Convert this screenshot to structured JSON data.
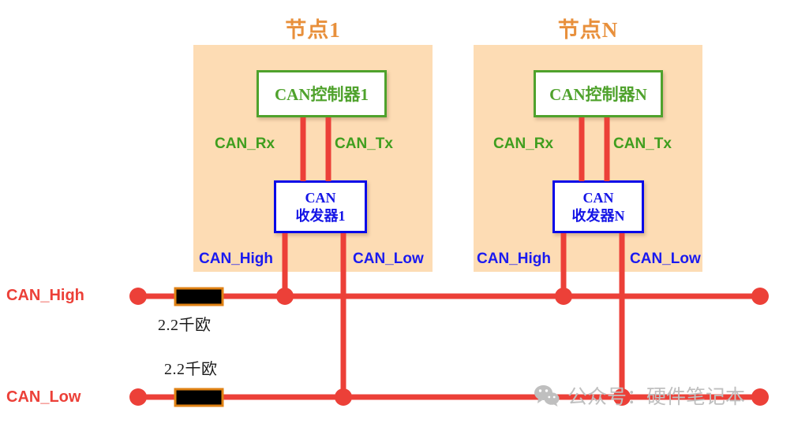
{
  "diagram": {
    "title": "CAN bus topology",
    "colors": {
      "wire": "#EC4038",
      "panel_bg": "#FDDCB4",
      "node_title": "#E8903C",
      "controller_border": "#4FA22C",
      "controller_text": "#4FA22C",
      "transceiver_border": "#0808E8",
      "transceiver_text": "#1A1AF0",
      "signal_label_green": "#3F9E1E",
      "signal_label_blue": "#1A1AF0",
      "bus_label_red": "#EC4038",
      "resistor_body": "#000000",
      "resistor_border": "#E08214",
      "watermark": "#BFBFBF"
    }
  },
  "nodes": [
    {
      "title": "节点1",
      "controller_label": "CAN控制器1",
      "transceiver_line1": "CAN",
      "transceiver_line2": "收发器1",
      "rx_label": "CAN_Rx",
      "tx_label": "CAN_Tx",
      "high_label": "CAN_High",
      "low_label": "CAN_Low"
    },
    {
      "title": "节点N",
      "controller_label": "CAN控制器N",
      "transceiver_line1": "CAN",
      "transceiver_line2": "收发器N",
      "rx_label": "CAN_Rx",
      "tx_label": "CAN_Tx",
      "high_label": "CAN_High",
      "low_label": "CAN_Low"
    }
  ],
  "bus": {
    "high_label": "CAN_High",
    "low_label": "CAN_Low"
  },
  "resistors": [
    {
      "value": "2.2千欧",
      "on_bus": "CAN_High"
    },
    {
      "value": "2.2千欧",
      "on_bus": "CAN_Low"
    }
  ],
  "watermark": {
    "icon": "wechat-icon",
    "text": "公众号：硬件笔记本"
  }
}
